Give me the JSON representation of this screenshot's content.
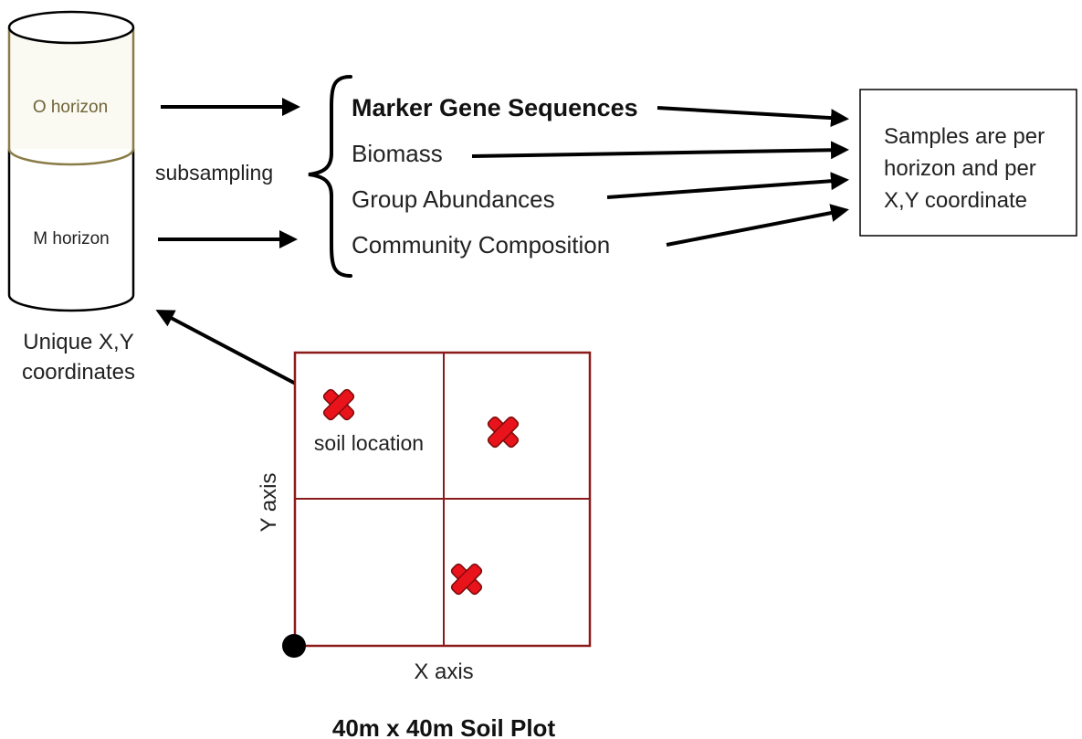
{
  "core": {
    "o_horizon": "O horizon",
    "m_horizon": "M horizon",
    "caption": [
      "Unique X,Y",
      "coordinates"
    ]
  },
  "subsampling": "subsampling",
  "measurements": [
    {
      "label": "Marker Gene Sequences",
      "bold": true
    },
    {
      "label": "Biomass",
      "bold": false
    },
    {
      "label": "Group Abundances",
      "bold": false
    },
    {
      "label": "Community Composition",
      "bold": false
    }
  ],
  "samples_box": [
    "Samples are per",
    "horizon and per",
    "X,Y coordinate"
  ],
  "plot": {
    "soil_location_label": "soil location",
    "x_axis": "X axis",
    "y_axis": "Y axis",
    "title": "40m x 40m Soil Plot"
  },
  "colors": {
    "core_outline": "#8a7c46",
    "plot_grid": "#8b1a1a",
    "marker_fill": "#e8131b",
    "marker_stroke": "#7a0a0a",
    "arrow": "#000000"
  }
}
